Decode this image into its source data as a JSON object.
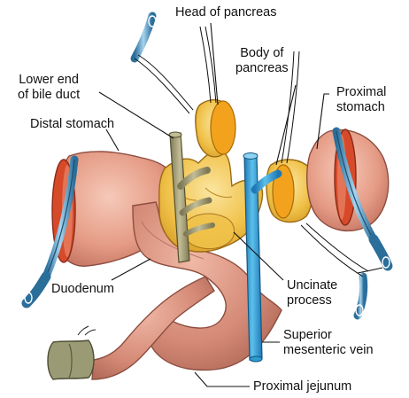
{
  "labels": {
    "head_of_pancreas": "Head of pancreas",
    "body_of_pancreas": [
      "Body of",
      "pancreas"
    ],
    "proximal_stomach": [
      "Proximal",
      "stomach"
    ],
    "lower_end_bile_duct": [
      "Lower end",
      "of bile duct"
    ],
    "distal_stomach": "Distal stomach",
    "duodenum": "Duodenum",
    "uncinate_process": [
      "Uncinate",
      "process"
    ],
    "superior_mesenteric_vein": [
      "Superior",
      "mesenteric vein"
    ],
    "proximal_jejunum": "Proximal jejunum"
  },
  "colors": {
    "pancreas": "#f3c84e",
    "pancreas_cut": "#f2a21c",
    "stomach": "#e9a08c",
    "stomach_cut": "#d64a2a",
    "bowel": "#d48a78",
    "bile_duct": "#a8a27a",
    "vein": "#2f9ad2",
    "clamp": "#3c8fc0",
    "jejunum_cut": "#8a8a6a"
  }
}
